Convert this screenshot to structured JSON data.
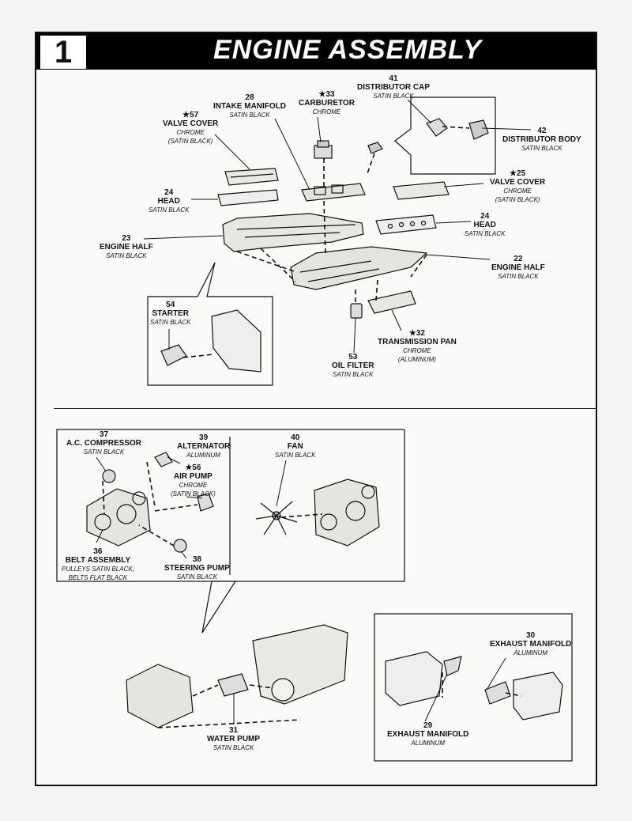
{
  "step": {
    "number": "1",
    "title": "ENGINE ASSEMBLY"
  },
  "parts": {
    "p41": {
      "num": "41",
      "name": "DISTRIBUTOR CAP",
      "finish": "SATIN BLACK"
    },
    "p33": {
      "num": "★33",
      "name": "CARBURETOR",
      "finish": "CHROME"
    },
    "p28": {
      "num": "28",
      "name": "INTAKE MANIFOLD",
      "finish": "SATIN BLACK"
    },
    "p57": {
      "num": "★57",
      "name": "VALVE COVER",
      "finish": "CHROME",
      "finish2": "(SATIN BLACK)"
    },
    "p42": {
      "num": "42",
      "name": "DISTRIBUTOR BODY",
      "finish": "SATIN BLACK"
    },
    "p25": {
      "num": "★25",
      "name": "VALVE COVER",
      "finish": "CHROME",
      "finish2": "(SATIN BLACK)"
    },
    "p24a": {
      "num": "24",
      "name": "HEAD",
      "finish": "SATIN BLACK"
    },
    "p24b": {
      "num": "24",
      "name": "HEAD",
      "finish": "SATIN BLACK"
    },
    "p23": {
      "num": "23",
      "name": "ENGINE HALF",
      "finish": "SATIN BLACK"
    },
    "p22": {
      "num": "22",
      "name": "ENGINE HALF",
      "finish": "SATIN BLACK"
    },
    "p54": {
      "num": "54",
      "name": "STARTER",
      "finish": "SATIN BLACK"
    },
    "p32": {
      "num": "★32",
      "name": "TRANSMISSION PAN",
      "finish": "CHROME",
      "finish2": "(ALUMINUM)"
    },
    "p53": {
      "num": "53",
      "name": "OIL FILTER",
      "finish": "SATIN BLACK"
    },
    "p37": {
      "num": "37",
      "name": "A.C. COMPRESSOR",
      "finish": "SATIN BLACK"
    },
    "p39": {
      "num": "39",
      "name": "ALTERNATOR",
      "finish": "ALUMINUM"
    },
    "p56": {
      "num": "★56",
      "name": "AIR PUMP",
      "finish": "CHROME",
      "finish2": "(SATIN BLACK)"
    },
    "p40": {
      "num": "40",
      "name": "FAN",
      "finish": "SATIN BLACK"
    },
    "p36": {
      "num": "36",
      "name": "BELT ASSEMBLY",
      "finish": "PULLEYS SATIN BLACK;",
      "finish2": "BELTS FLAT BLACK"
    },
    "p38": {
      "num": "38",
      "name": "STEERING PUMP",
      "finish": "SATIN BLACK"
    },
    "p30": {
      "num": "30",
      "name": "EXHAUST MANIFOLD",
      "finish": "ALUMINUM"
    },
    "p29": {
      "num": "29",
      "name": "EXHAUST MANIFOLD",
      "finish": "ALUMINUM"
    },
    "p31": {
      "num": "31",
      "name": "WATER PUMP",
      "finish": "SATIN BLACK"
    }
  }
}
